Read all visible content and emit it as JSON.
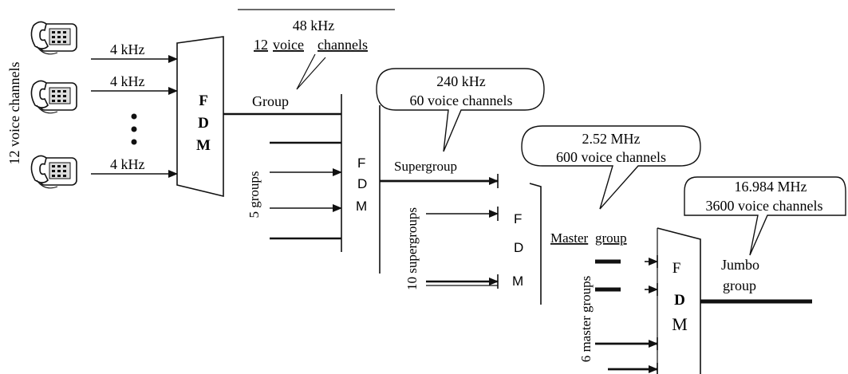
{
  "phones": {
    "side_label": "12 voice channels",
    "bandwidth_labels": [
      "4 kHz",
      "4 kHz",
      "4 kHz"
    ]
  },
  "stage1": {
    "mux_letters": [
      "F",
      "D",
      "M"
    ],
    "output_label": "Group",
    "callout": {
      "line1": "48 kHz",
      "line2_part1": "12",
      "line2_part2": "voice",
      "line2_part3": "channels"
    }
  },
  "stage2": {
    "side_label": "5 groups",
    "mux_letters": [
      "F",
      "D",
      "M"
    ],
    "output_label": "Supergroup",
    "callout": {
      "line1": "240 kHz",
      "line2": "60 voice channels"
    }
  },
  "stage3": {
    "side_label": "10 supergroups",
    "mux_letters": [
      "F",
      "D",
      "M"
    ],
    "output_label_part1": "Master",
    "output_label_part2": "group",
    "callout": {
      "line1": "2.52 MHz",
      "line2": "600 voice channels"
    }
  },
  "stage4": {
    "side_label": "6 master groups",
    "mux_letters": [
      "F",
      "D",
      "M"
    ],
    "output_label_line1": "Jumbo",
    "output_label_line2": "group",
    "callout": {
      "line1": "16.984 MHz",
      "line2": "3600 voice channels"
    }
  }
}
